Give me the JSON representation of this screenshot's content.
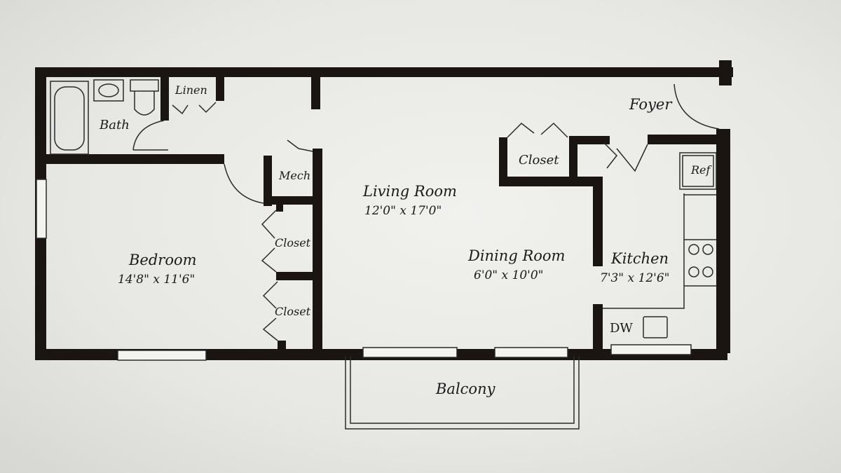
{
  "plan": {
    "colors": {
      "wall": "#1a1510",
      "line": "#2a2a2a",
      "paper": "#efefec"
    },
    "rooms": {
      "bath": "Bath",
      "linen": "Linen",
      "foyer": "Foyer",
      "mech": "Mech",
      "closet_top": "Closet",
      "closet_mid": "Closet",
      "closet_low": "Closet",
      "ref": "Ref",
      "dw": "DW",
      "balcony": "Balcony"
    },
    "living_room": {
      "name": "Living Room",
      "dims": "12'0\" x 17'0\""
    },
    "bedroom": {
      "name": "Bedroom",
      "dims": "14'8\" x 11'6\""
    },
    "dining_room": {
      "name": "Dining Room",
      "dims": "6'0\" x 10'0\""
    },
    "kitchen": {
      "name": "Kitchen",
      "dims": "7'3\" x 12'6\""
    }
  }
}
